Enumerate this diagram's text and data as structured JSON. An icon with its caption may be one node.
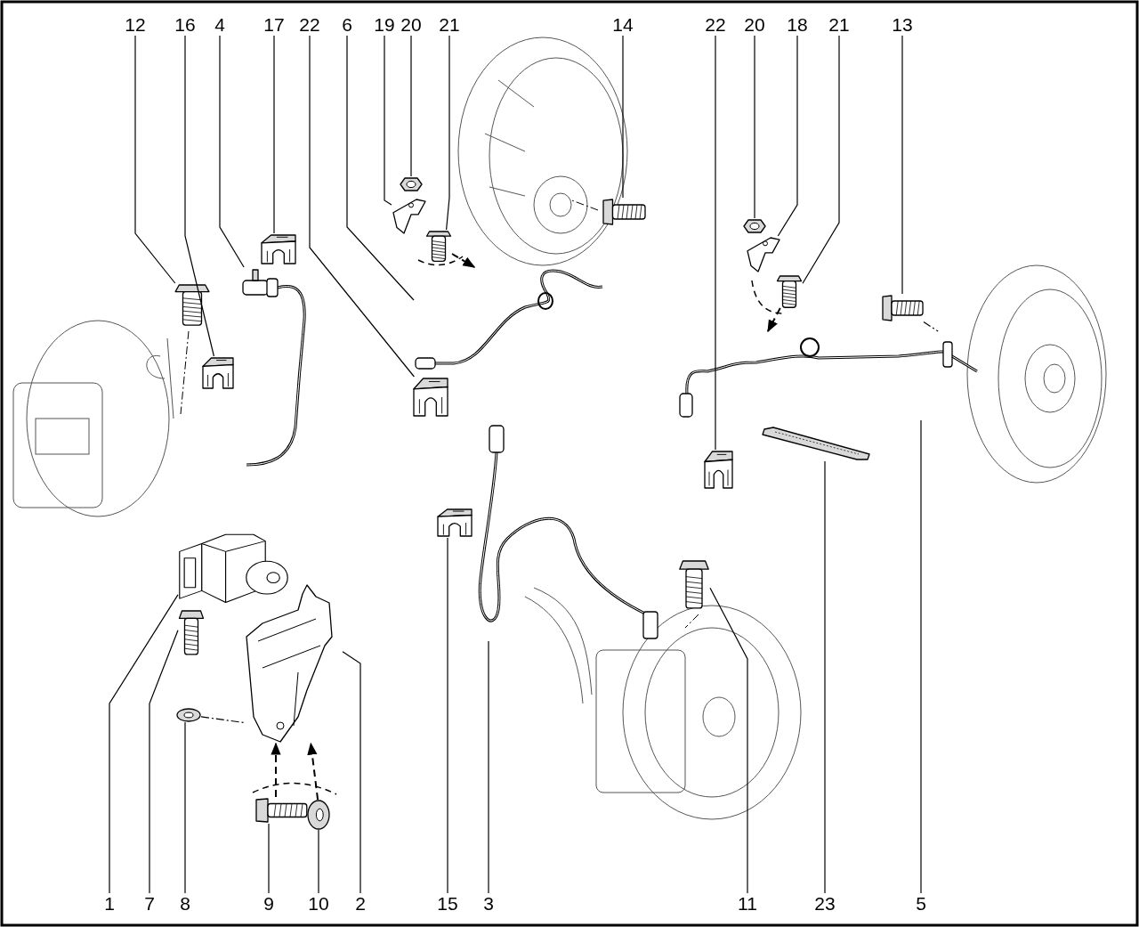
{
  "diagram": {
    "nodes": [
      {
        "text": [
          "12"
        ]
      },
      {
        "text": [
          "16"
        ]
      },
      {
        "text": [
          "4"
        ]
      },
      {
        "text": [
          "17"
        ]
      },
      {
        "text": [
          "22"
        ]
      },
      {
        "text": [
          "6"
        ]
      },
      {
        "text": [
          "19"
        ]
      },
      {
        "text": [
          "20"
        ]
      },
      {
        "text": [
          "21"
        ]
      },
      {
        "text": [
          "14"
        ]
      },
      {
        "text": [
          "22"
        ]
      },
      {
        "text": [
          "20"
        ]
      },
      {
        "text": [
          "18"
        ]
      },
      {
        "text": [
          "21"
        ]
      },
      {
        "text": [
          "13"
        ]
      },
      {
        "text": [
          "1"
        ]
      },
      {
        "text": [
          "7"
        ]
      },
      {
        "text": [
          "8"
        ]
      },
      {
        "text": [
          "9"
        ]
      },
      {
        "text": [
          "10"
        ]
      },
      {
        "text": [
          "2"
        ]
      },
      {
        "text": [
          "15"
        ]
      },
      {
        "text": [
          "3"
        ]
      },
      {
        "text": [
          "11"
        ]
      },
      {
        "text": [
          "23"
        ]
      },
      {
        "text": [
          "5"
        ]
      },
      {
        "text": [],
        "shape": "picture"
      },
      {
        "text": [],
        "shape": "picture"
      },
      {
        "text": [],
        "shape": "picture"
      },
      {
        "text": [],
        "shape": "picture"
      },
      {
        "text": [],
        "shape": "picture"
      },
      {
        "text": [],
        "shape": "picture"
      },
      {
        "text": [],
        "shape": "picture"
      },
      {
        "text": [],
        "shape": "picture"
      },
      {
        "text": [],
        "shape": "picture"
      },
      {
        "text": [],
        "shape": "picture"
      },
      {
        "text": [],
        "shape": "picture"
      },
      {
        "text": [],
        "shape": "picture"
      },
      {
        "text": [],
        "shape": "picture"
      },
      {
        "text": [],
        "shape": "picture"
      },
      {
        "text": [],
        "shape": "picture"
      },
      {
        "text": [],
        "shape": "picture"
      },
      {
        "text": [],
        "shape": "picture"
      },
      {
        "text": [],
        "shape": "picture"
      },
      {
        "text": [],
        "shape": "picture"
      },
      {
        "text": [],
        "shape": "picture"
      },
      {
        "text": [],
        "shape": "picture"
      },
      {
        "text": [],
        "shape": "picture"
      },
      {
        "text": [],
        "shape": "picture"
      },
      {
        "text": [],
        "shape": "picture"
      },
      {
        "text": [],
        "shape": "picture"
      },
      {
        "text": [],
        "shape": "picture"
      }
    ],
    "edges": [
      {
        "from": 0,
        "to": 26,
        "arrow": "none"
      },
      {
        "from": 1,
        "to": 27,
        "arrow": "none"
      },
      {
        "from": 2,
        "to": 28,
        "arrow": "none"
      },
      {
        "from": 3,
        "to": 29,
        "arrow": "none"
      },
      {
        "from": 4,
        "to": 30,
        "arrow": "none"
      },
      {
        "from": 5,
        "to": 31,
        "arrow": "none"
      },
      {
        "from": 6,
        "to": 32,
        "arrow": "none"
      },
      {
        "from": 7,
        "to": 33,
        "arrow": "none"
      },
      {
        "from": 8,
        "to": 34,
        "arrow": "none"
      },
      {
        "from": 9,
        "to": 35,
        "arrow": "none"
      },
      {
        "from": 10,
        "to": 36,
        "arrow": "none"
      },
      {
        "from": 11,
        "to": 37,
        "arrow": "none"
      },
      {
        "from": 12,
        "to": 38,
        "arrow": "none"
      },
      {
        "from": 13,
        "to": 39,
        "arrow": "none"
      },
      {
        "from": 14,
        "to": 40,
        "arrow": "none"
      },
      {
        "from": 15,
        "to": 41,
        "arrow": "none"
      },
      {
        "from": 16,
        "to": 42,
        "arrow": "none"
      },
      {
        "from": 17,
        "to": 43,
        "arrow": "none"
      },
      {
        "from": 18,
        "to": 44,
        "arrow": "none"
      },
      {
        "from": 19,
        "to": 45,
        "arrow": "none"
      },
      {
        "from": 20,
        "to": 46,
        "arrow": "none"
      },
      {
        "from": 21,
        "to": 47,
        "arrow": "none"
      },
      {
        "from": 22,
        "to": 48,
        "arrow": "none"
      },
      {
        "from": 23,
        "to": 49,
        "arrow": "none"
      },
      {
        "from": 24,
        "to": 50,
        "arrow": "none"
      },
      {
        "from": 25,
        "to": 51,
        "arrow": "none"
      },
      {
        "from": 34,
        "to": 31,
        "arrow": "to",
        "style": "dashed"
      },
      {
        "from": 39,
        "to": 51,
        "arrow": "to",
        "style": "dashed"
      },
      {
        "from": 44,
        "to": 46,
        "arrow": "to",
        "style": "dashed"
      },
      {
        "from": 45,
        "to": 46,
        "arrow": "to",
        "style": "dashed"
      },
      {
        "from": 43,
        "to": 46,
        "arrow": "none",
        "style": "dashed"
      },
      {
        "from": 40,
        "to": 51,
        "arrow": "none",
        "style": "dashed"
      }
    ]
  }
}
